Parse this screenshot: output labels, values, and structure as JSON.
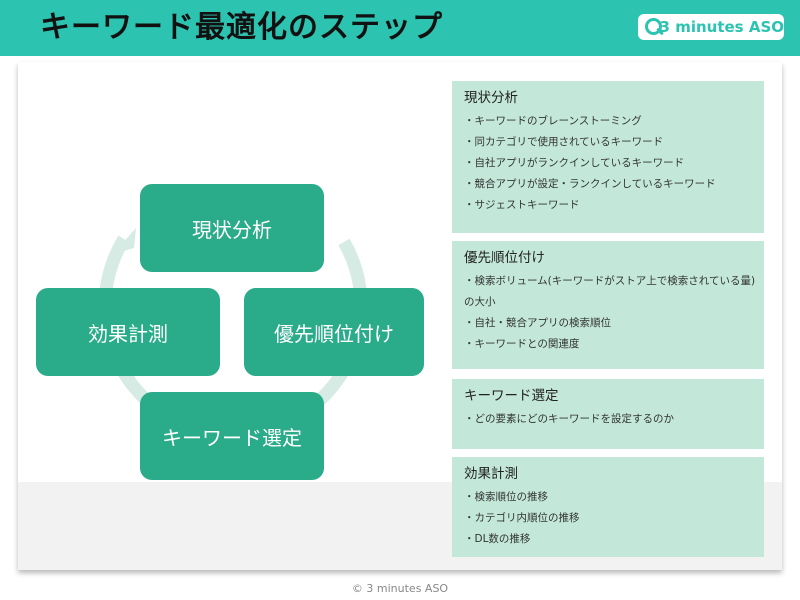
{
  "header": {
    "title": "キーワード最適化のステップ",
    "logo_text": "3 minutes ASO"
  },
  "cycle": {
    "steps": [
      "現状分析",
      "優先順位付け",
      "キーワード選定",
      "効果計測"
    ]
  },
  "panels": [
    {
      "title": "現状分析",
      "items": [
        "・キーワードのブレーンストーミング",
        "・同カテゴリで使用されているキーワード",
        "・自社アプリがランクインしているキーワード",
        "・競合アプリが設定・ランクインしているキーワード",
        "・サジェストキーワード"
      ]
    },
    {
      "title": "優先順位付け",
      "items": [
        "・検索ボリューム(キーワードがストア上で検索されている量)の大小",
        "・自社・競合アプリの検索順位",
        "・キーワードとの関連度"
      ]
    },
    {
      "title": "キーワード選定",
      "items": [
        "・どの要素にどのキーワードを設定するのか"
      ]
    },
    {
      "title": "効果計測",
      "items": [
        "・検索順位の推移",
        "・カテゴリ内順位の推移",
        "・DL数の推移"
      ]
    }
  ],
  "footer": {
    "copyright": "© 3 minutes ASO"
  },
  "colors": {
    "header": "#2cc3b1",
    "node": "#2aab89",
    "panel": "#c3e8da",
    "ring": "#d6ebe3"
  }
}
